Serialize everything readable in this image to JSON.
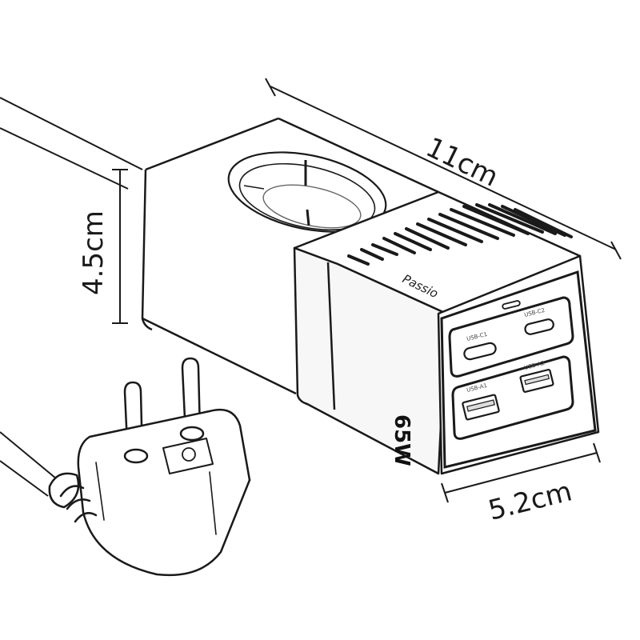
{
  "dimensions": {
    "length": "11cm",
    "height": "4.5cm",
    "width": "5.2cm"
  },
  "product": {
    "brand": "Passio",
    "power": "65W",
    "ports": {
      "usb_c1": "USB-C1",
      "usb_c2": "USB-C2",
      "usb_a1": "USB-A1",
      "usb_a2": "USB-A2"
    }
  },
  "colors": {
    "line": "#1a1a1a",
    "body": "#ffffff",
    "shade": "#eeeeee",
    "panel": "#f4f4f4"
  }
}
